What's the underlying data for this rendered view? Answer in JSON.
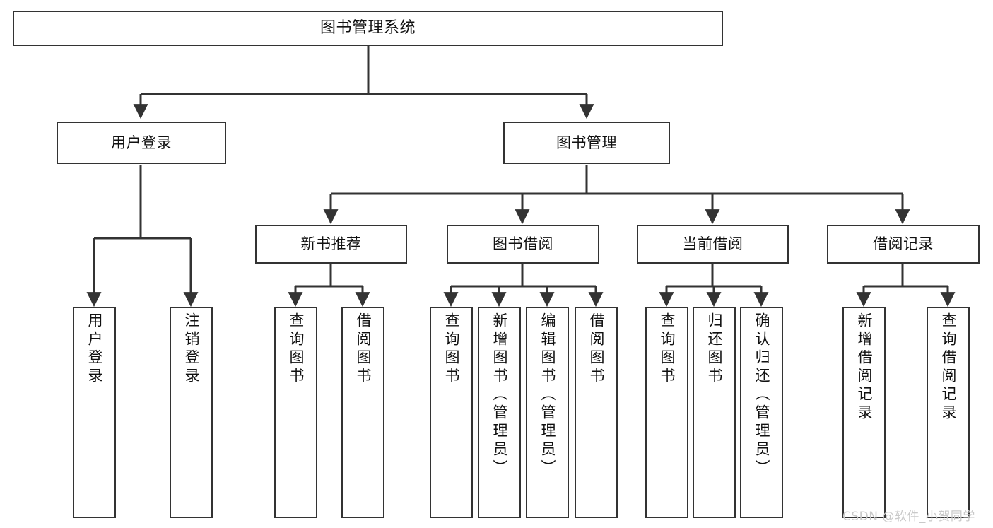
{
  "diagram": {
    "title": "图书管理系统",
    "type": "tree-hierarchy",
    "orientation": "top-down",
    "line_color": "#333333",
    "box_fill": "#ffffff",
    "text_color": "#111111"
  },
  "watermark": {
    "text": "CSDN @软件_小贺同学",
    "color": "#c9c9c9"
  },
  "nodes": {
    "root": {
      "label": "图书管理系统",
      "level": 0
    },
    "l1": [
      {
        "id": "user-login",
        "label": "用户登录",
        "level": 1
      },
      {
        "id": "book-manage",
        "label": "图书管理",
        "level": 1
      }
    ],
    "l2": [
      {
        "id": "new-book-recommend",
        "label": "新书推荐",
        "level": 2,
        "parent": "book-manage"
      },
      {
        "id": "book-borrow",
        "label": "图书借阅",
        "level": 2,
        "parent": "book-manage"
      },
      {
        "id": "current-borrow",
        "label": "当前借阅",
        "level": 2,
        "parent": "book-manage"
      },
      {
        "id": "borrow-record",
        "label": "借阅记录",
        "level": 2,
        "parent": "book-manage"
      }
    ],
    "leaves": [
      {
        "id": "leaf-user-login",
        "label": "用户登录",
        "parent": "user-login"
      },
      {
        "id": "leaf-user-logout",
        "label": "注销登录",
        "parent": "user-login"
      },
      {
        "id": "leaf-query-book-1",
        "label": "查询图书",
        "parent": "new-book-recommend"
      },
      {
        "id": "leaf-borrow-book-1",
        "label": "借阅图书",
        "parent": "new-book-recommend"
      },
      {
        "id": "leaf-query-book-2",
        "label": "查询图书",
        "parent": "book-borrow"
      },
      {
        "id": "leaf-add-book",
        "label": "新增图书（管理员）",
        "parent": "book-borrow"
      },
      {
        "id": "leaf-edit-book",
        "label": "编辑图书（管理员）",
        "parent": "book-borrow"
      },
      {
        "id": "leaf-borrow-book-2",
        "label": "借阅图书",
        "parent": "book-borrow"
      },
      {
        "id": "leaf-query-book-3",
        "label": "查询图书",
        "parent": "current-borrow"
      },
      {
        "id": "leaf-return-book",
        "label": "归还图书",
        "parent": "current-borrow"
      },
      {
        "id": "leaf-confirm-return",
        "label": "确认归还（管理员）",
        "parent": "current-borrow"
      },
      {
        "id": "leaf-add-record",
        "label": "新增借阅记录",
        "parent": "borrow-record"
      },
      {
        "id": "leaf-query-record",
        "label": "查询借阅记录",
        "parent": "borrow-record"
      }
    ]
  }
}
